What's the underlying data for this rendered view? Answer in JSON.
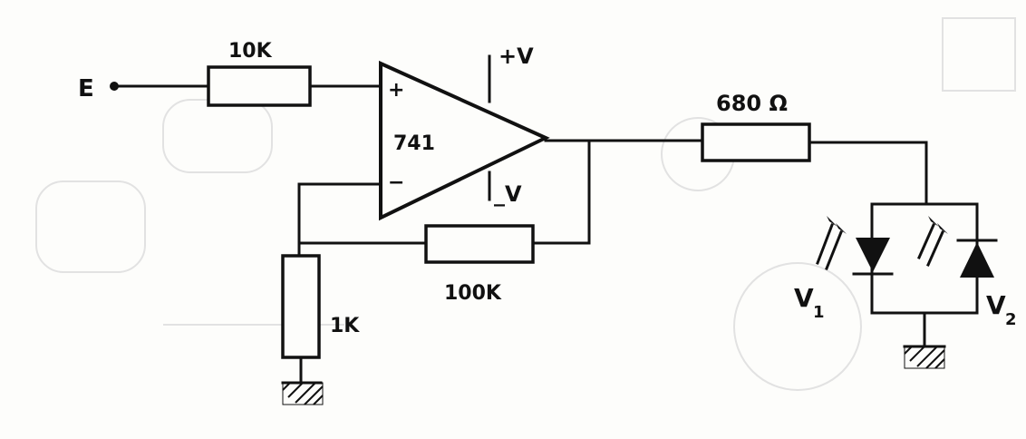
{
  "labels": {
    "input": "E",
    "r_in": "10K",
    "plus_supply": "+V",
    "minus_supply": "_V",
    "opamp": "741",
    "plus_input": "+",
    "minus_input": "−",
    "r_feedback": "100K",
    "r_ground": "1K",
    "r_out": "680 Ω",
    "led1_main": "V",
    "led1_sub": "1",
    "led2_main": "V",
    "led2_sub": "2"
  }
}
